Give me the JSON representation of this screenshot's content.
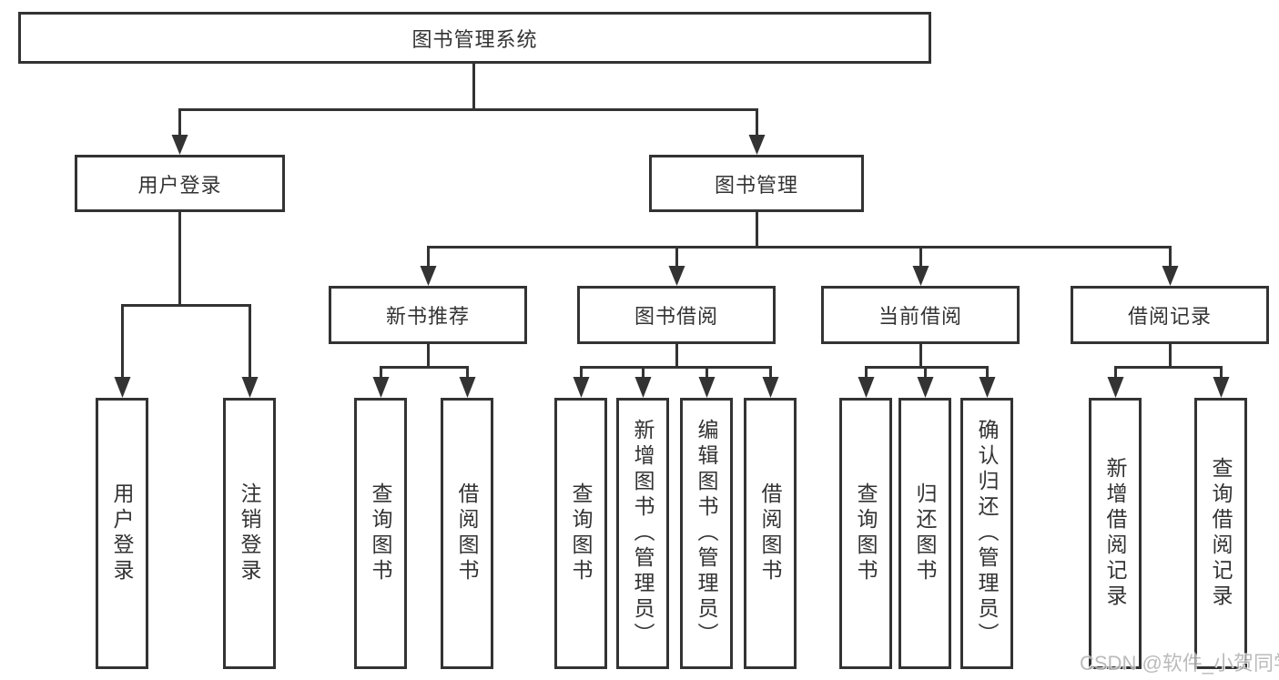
{
  "tree": {
    "root": "图书管理系统",
    "children": [
      {
        "label": "用户登录",
        "children": [
          {
            "label": "用户登录"
          },
          {
            "label": "注销登录"
          }
        ]
      },
      {
        "label": "图书管理",
        "children": [
          {
            "label": "新书推荐",
            "children": [
              {
                "label": "查询图书"
              },
              {
                "label": "借阅图书"
              }
            ]
          },
          {
            "label": "图书借阅",
            "children": [
              {
                "label": "查询图书"
              },
              {
                "label": "新增图书（管理员）"
              },
              {
                "label": "编辑图书（管理员）"
              },
              {
                "label": "借阅图书"
              }
            ]
          },
          {
            "label": "当前借阅",
            "children": [
              {
                "label": "查询图书"
              },
              {
                "label": "归还图书"
              },
              {
                "label": "确认归还（管理员）"
              }
            ]
          },
          {
            "label": "借阅记录",
            "children": [
              {
                "label": "新增借阅记录"
              },
              {
                "label": "查询借阅记录"
              }
            ]
          }
        ]
      }
    ]
  },
  "watermark": {
    "text": "CSDN @软件_小贺同学"
  },
  "colors": {
    "line": "#333333",
    "box_border": "#333333",
    "text": "#333333",
    "watermark": "#b0b0b0",
    "background": "#ffffff"
  }
}
